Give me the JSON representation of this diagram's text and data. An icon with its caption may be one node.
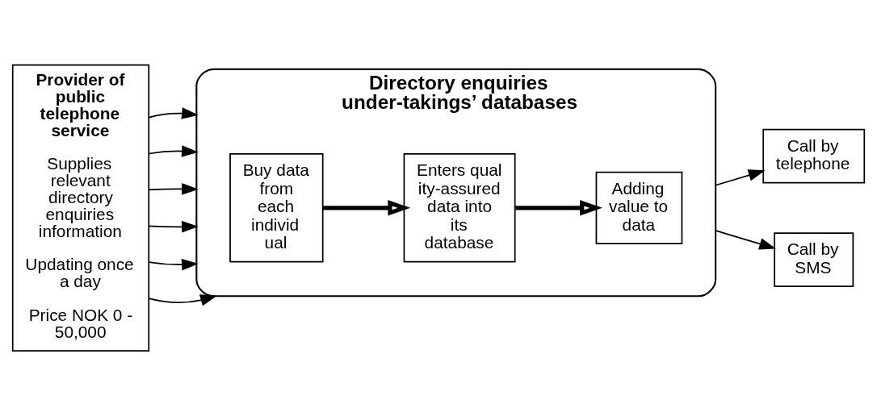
{
  "diagram": {
    "nodes": [
      {
        "text": [
          "Provider of public telephone service",
          "Supplies relevant directory enquiries information",
          "Updating once a day",
          "Price NOK 0 - 50,000"
        ]
      },
      {
        "text": [
          "Directory enquiries under-takings’ databases"
        ]
      },
      {
        "text": [
          "Buy data from each individ ual"
        ],
        "in": 1
      },
      {
        "text": [
          "Enters quality-assured data into its database"
        ],
        "in": 1
      },
      {
        "text": [
          "Adding value to data"
        ],
        "in": 1
      },
      {
        "text": [
          "Call by telephone"
        ]
      },
      {
        "text": [
          "Call by SMS"
        ]
      }
    ],
    "edges": [
      {
        "from": 0,
        "to": 1,
        "arrow": "to"
      },
      {
        "from": 0,
        "to": 1,
        "arrow": "to"
      },
      {
        "from": 0,
        "to": 1,
        "arrow": "to"
      },
      {
        "from": 0,
        "to": 1,
        "arrow": "to"
      },
      {
        "from": 0,
        "to": 1,
        "arrow": "to"
      },
      {
        "from": 0,
        "to": 1,
        "arrow": "to"
      },
      {
        "from": 2,
        "to": 3,
        "arrow": "to",
        "style": "thick"
      },
      {
        "from": 3,
        "to": 4,
        "arrow": "to",
        "style": "thick"
      },
      {
        "from": 1,
        "to": 5,
        "arrow": "to"
      },
      {
        "from": 1,
        "to": 6,
        "arrow": "to"
      }
    ]
  }
}
